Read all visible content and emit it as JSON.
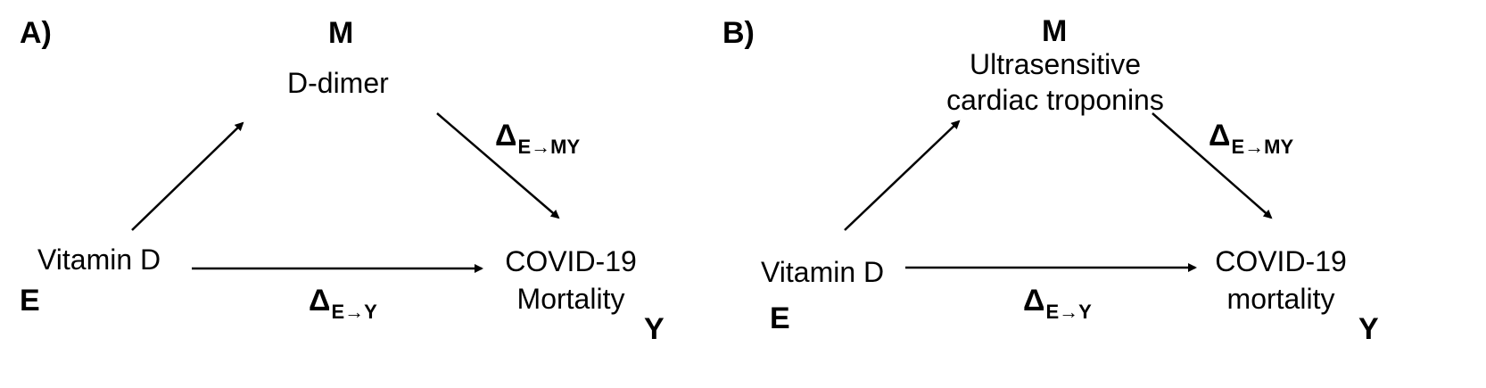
{
  "panels": [
    {
      "panel_label": "A)",
      "mediator_symbol": "M",
      "mediator_label": "D-dimer",
      "exposure_label": "Vitamin D",
      "exposure_symbol": "E",
      "outcome_label_line1": "COVID-19",
      "outcome_label_line2": "Mortality",
      "outcome_symbol": "Y",
      "indirect_effect_symbol": "Δ",
      "indirect_effect_subscript": "E→MY",
      "direct_effect_symbol": "Δ",
      "direct_effect_subscript": "E→Y"
    },
    {
      "panel_label": "B)",
      "mediator_symbol": "M",
      "mediator_label_line1": "Ultrasensitive",
      "mediator_label_line2": "cardiac troponins",
      "exposure_label": "Vitamin D",
      "exposure_symbol": "E",
      "outcome_label_line1": "COVID-19",
      "outcome_label_line2": "mortality",
      "outcome_symbol": "Y",
      "indirect_effect_symbol": "Δ",
      "indirect_effect_subscript": "E→MY",
      "direct_effect_symbol": "Δ",
      "direct_effect_subscript": "E→Y"
    }
  ]
}
